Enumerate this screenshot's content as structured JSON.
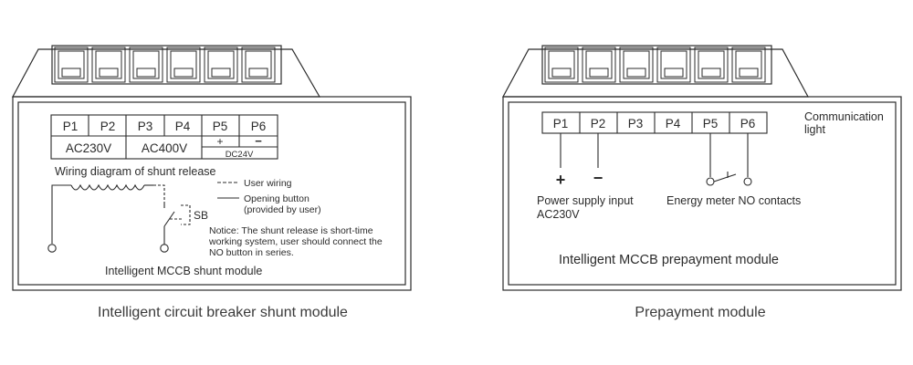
{
  "shunt_module": {
    "caption": "Intelligent circuit breaker shunt module",
    "module_label": "Intelligent MCCB shunt module",
    "diagram_title": "Wiring diagram of shunt release",
    "terminals": [
      "P1",
      "P2",
      "P3",
      "P4",
      "P5",
      "P6"
    ],
    "voltage_ac230": "AC230V",
    "voltage_ac400": "AC400V",
    "plus_sign": "+",
    "minus_sign": "−",
    "dc24": "DC24V",
    "sb_label": "SB",
    "legend_user_wiring": "User wiring",
    "legend_opening_button_1": "Opening button",
    "legend_opening_button_2": "(provided by user)",
    "notice_line1": "Notice: The shunt release is short-time",
    "notice_line2": "working system, user should connect the",
    "notice_line3": "NO button in series."
  },
  "prepayment_module": {
    "caption": "Prepayment module",
    "module_label": "Intelligent MCCB prepayment module",
    "terminals": [
      "P1",
      "P2",
      "P3",
      "P4",
      "P5",
      "P6"
    ],
    "communication_line1": "Communication",
    "communication_line2": "light",
    "plus_sign": "+",
    "minus_sign": "−",
    "power_label_1": "Power supply input",
    "power_label_2": "AC230V",
    "energy_label": "Energy meter NO contacts"
  }
}
